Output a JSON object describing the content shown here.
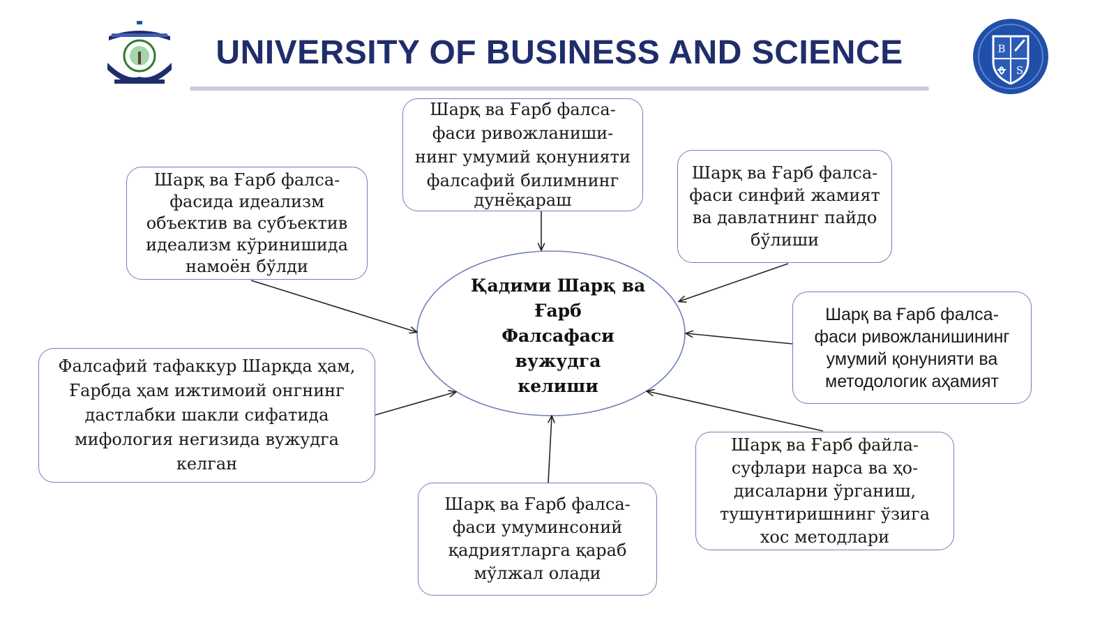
{
  "header": {
    "title": "UNIVERSITY OF BUSINESS AND SCIENCE",
    "logo_right": {
      "letters": [
        "B",
        "S"
      ]
    },
    "colors": {
      "title": "#1f2d6b",
      "rule": "#c8ccda",
      "shield": "#1f4fa8"
    }
  },
  "diagram": {
    "center": {
      "lines": [
        "Қадими Шарқ ва",
        "Ғарб",
        "Фалсафаси",
        "вужудга",
        "келиши"
      ]
    },
    "nodes": [
      {
        "id": "top",
        "lines": [
          "Шарқ ва Ғарб фалса-",
          "фаси ривожланиши-",
          "нинг умумий қонунияти",
          "фалсафий билимнинг",
          "дунёқараш"
        ]
      },
      {
        "id": "top-left",
        "lines": [
          "Шарқ ва Ғарб фалса-",
          "фасида идеализм",
          "объектив ва субъектив",
          "идеализм кўринишида",
          "намоён бўлди"
        ]
      },
      {
        "id": "top-right",
        "lines": [
          "Шарқ ва Ғарб фалса-",
          "фаси синфий жамият",
          "ва давлатнинг пайдо",
          "бўлиши"
        ]
      },
      {
        "id": "right",
        "lines": [
          "Шарқ ва Ғарб фалса-",
          "фаси ривожланишининг",
          "умумий қонунияти ва",
          "методологик аҳамият"
        ]
      },
      {
        "id": "left",
        "lines": [
          "Фалсафий тафаккур Шарқда ҳам,",
          "Ғарбда ҳам ижтимоий онгнинг",
          "дастлабки шакли сифатида",
          "мифология негизида вужудга",
          "келган"
        ]
      },
      {
        "id": "bottom-right",
        "lines": [
          "Шарқ ва Ғарб файла-",
          "суфлари нарса ва ҳо-",
          "дисаларни ўрганиш,",
          "тушунтиришнинг ўзига",
          "хос  методлари"
        ]
      },
      {
        "id": "bottom",
        "lines": [
          "Шарқ ва Ғарб фалса-",
          "фаси умуминсоний",
          "қадриятларга қараб",
          "мўлжал олади"
        ]
      }
    ]
  }
}
